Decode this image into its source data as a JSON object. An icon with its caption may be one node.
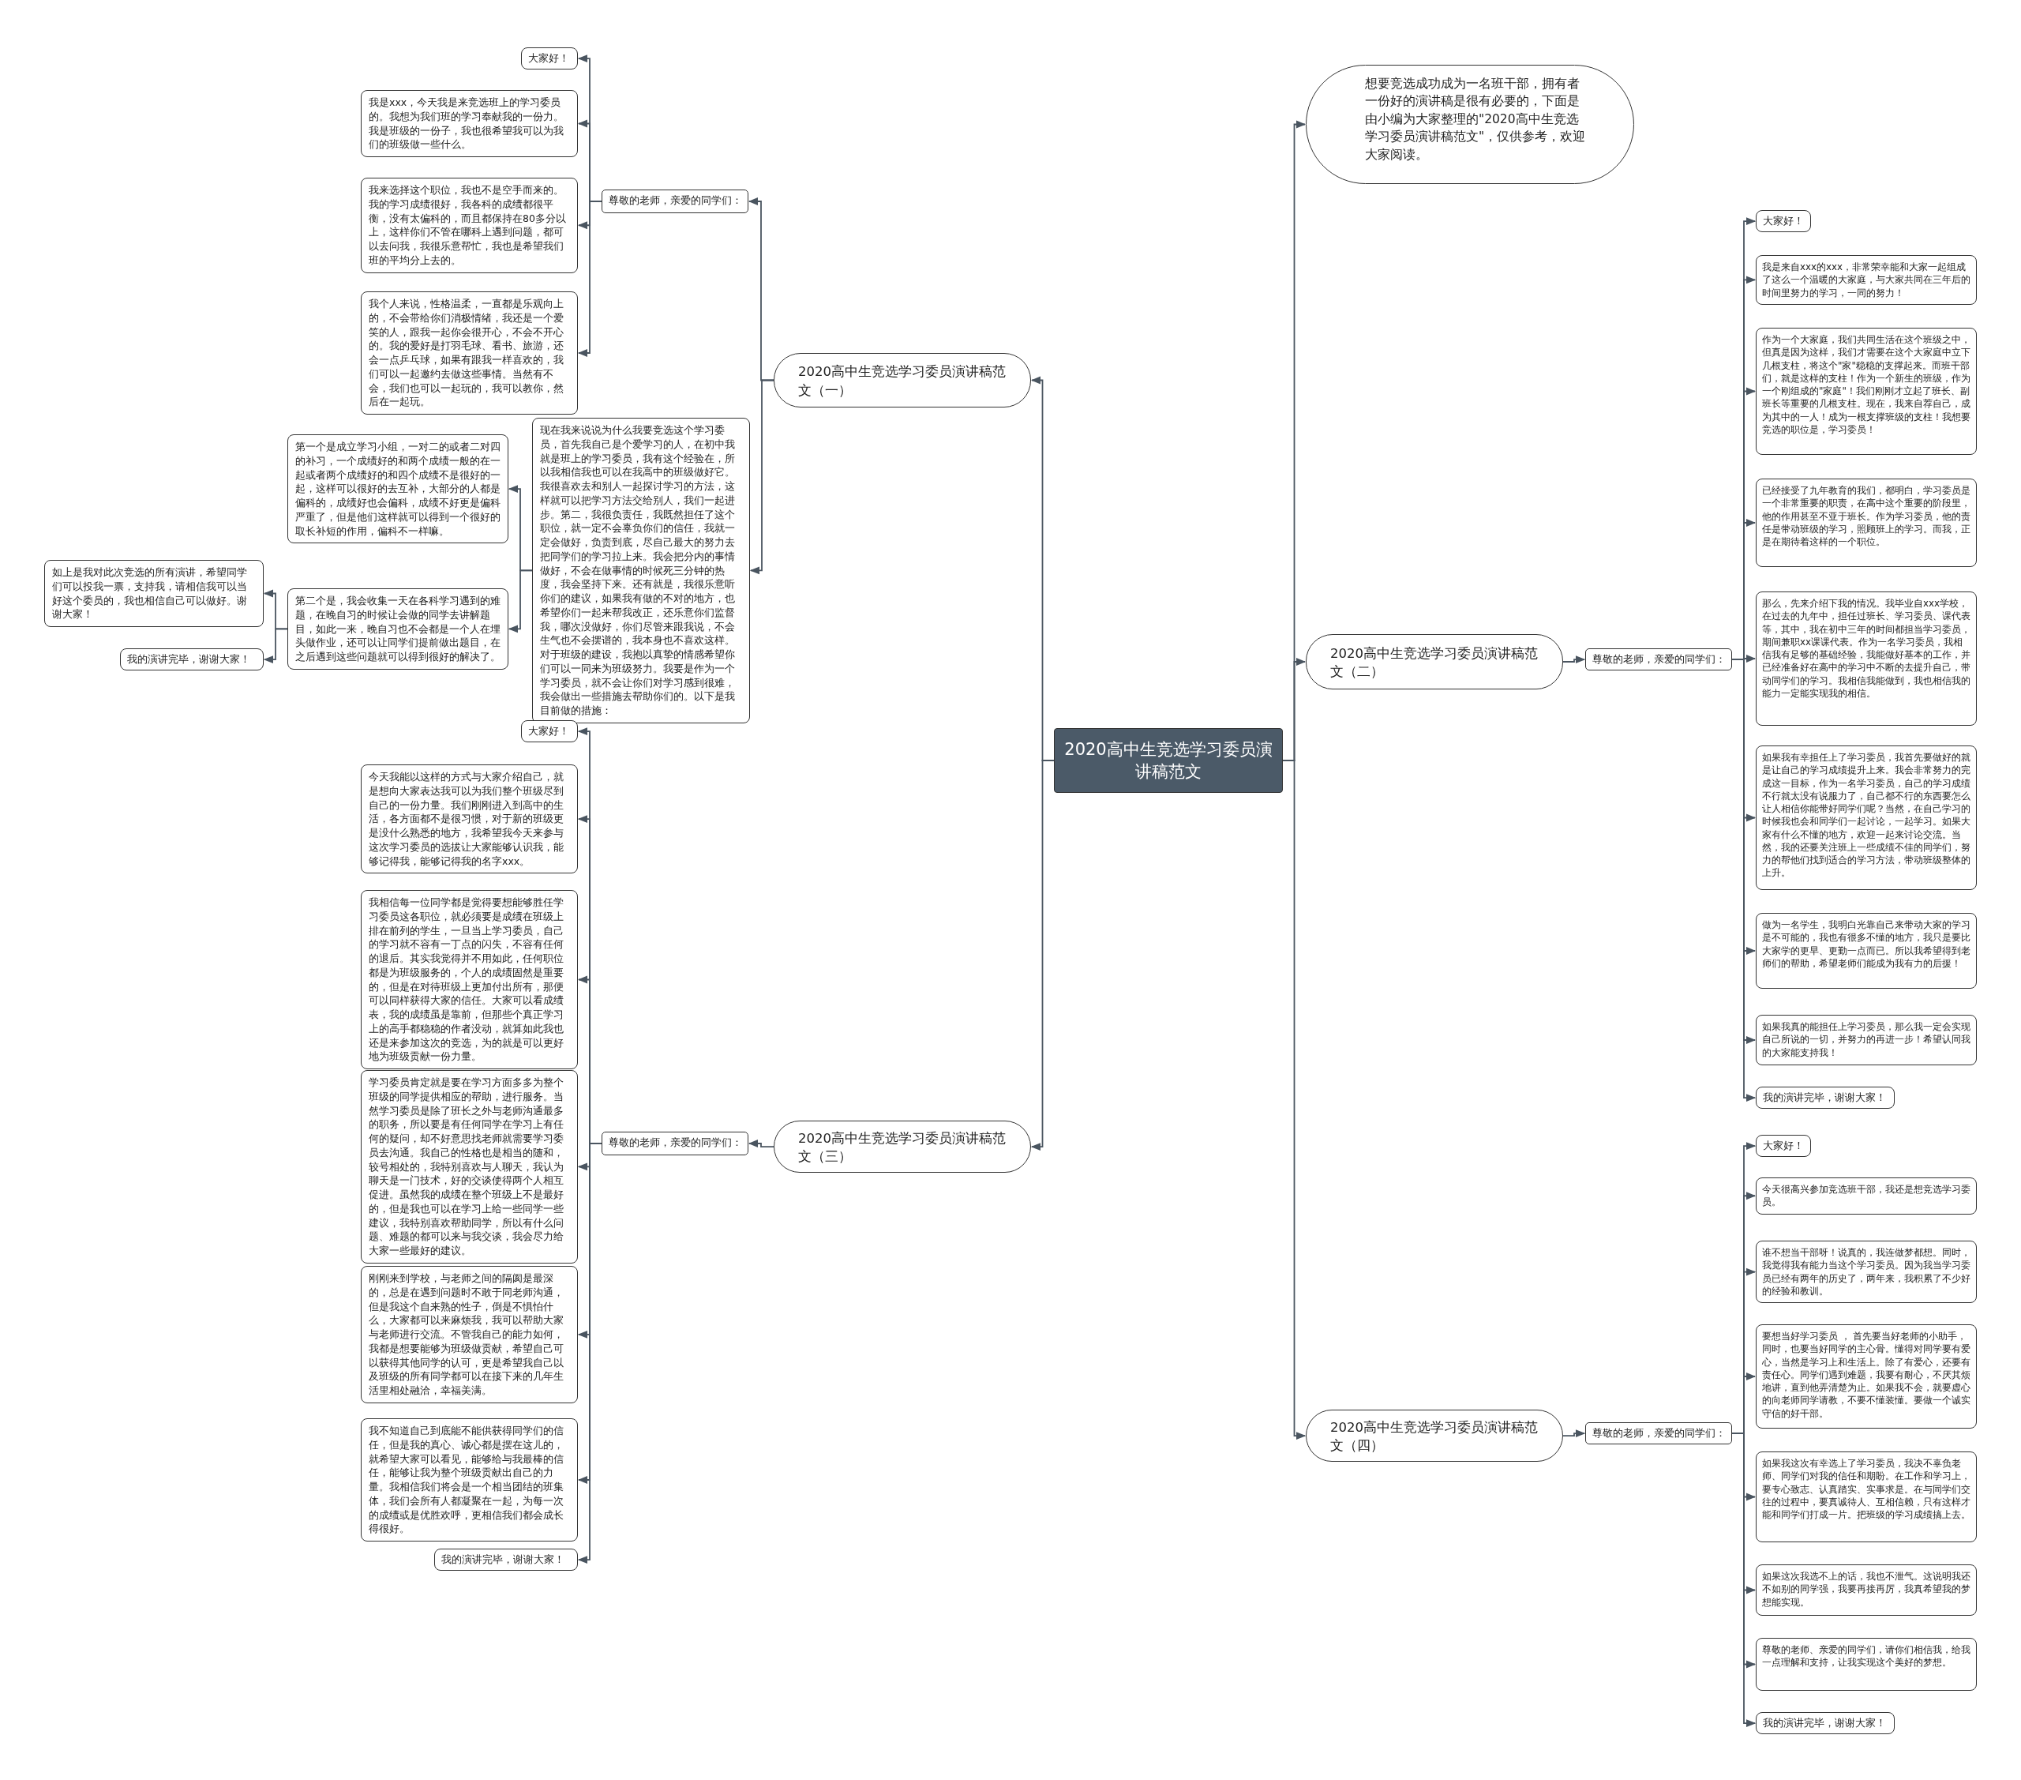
{
  "diagram": {
    "nodes": [
      {
        "text": [
          "2020高中生竞选学习委员演讲稿范文"
        ]
      },
      {
        "text": [
          "2020高中生竞选学习委员演讲稿范文（一）"
        ]
      },
      {
        "text": [
          "尊敬的老师，亲爱的同学们："
        ]
      },
      {
        "text": [
          "大家好！"
        ]
      },
      {
        "text": [
          "我是xxx，今天我是来竞选班上的学习委员的。我想为我们班的学习奉献我的一份力。我是班级的一份子，我也很希望我可以为我们的班级做一些什么。"
        ]
      },
      {
        "text": [
          "我来选择这个职位，我也不是空手而来的。我的学习成绩很好，我各科的成绩都很平衡，没有太偏科的，而且都保持在80多分以上，这样你们不管在哪科上遇到问题，都可以去问我，我很乐意帮忙，我也是希望我们班的平均分上去的。"
        ]
      },
      {
        "text": [
          "我个人来说，性格温柔，一直都是乐观向上的，不会带给你们消极情绪，我还是一个爱笑的人，跟我一起你会很开心，不会不开心的。我的爱好是打羽毛球、看书、旅游，还会一点乒乓球，如果有跟我一样喜欢的，我们可以一起邀约去做这些事情。当然有不会，我们也可以一起玩的，我可以教你，然后在一起玩。"
        ]
      },
      {
        "text": [
          "现在我来说说为什么我要竞选这个学习委员，首先我自己是个爱学习的人，在初中我就是班上的学习委员，我有这个经验在，所以我相信我也可以在我高中的班级做好它。我很喜欢去和别人一起探讨学习的方法，这样就可以把学习方法交给别人，我们一起进步。第二，我很负责任，我既然担任了这个职位，就一定不会辜负你们的信任，我就一定会做好，负责到底，尽自己最大的努力去把同学们的学习拉上来。我会把分内的事情做好，不会在做事情的时候死三分钟的热度，我会坚持下来。还有就是，我很乐意听你们的建议，如果我有做的不对的地方，也希望你们一起来帮我改正，还乐意你们监督我，哪次没做好，你们尽管来跟我说，不会生气也不会摆谱的，我本身也不喜欢这样。对于班级的建设，我抱以真挚的情感希望你们可以一同来为班级努力。我要是作为一个学习委员，就不会让你们对学习感到很难，我会做出一些措施去帮助你们的。以下是我目前做的措施："
        ]
      },
      {
        "text": [
          "第一个是成立学习小组，一对二的或者二对四的补习，一个成绩好的和两个成绩一般的在一起或者两个成绩好的和四个成绩不是很好的一起，这样可以很好的去互补，大部分的人都是偏科的，成绩好也会偏科，成绩不好更是偏科严重了，但是他们这样就可以得到一个很好的取长补短的作用，偏科不一样嘛。"
        ]
      },
      {
        "text": [
          "第二个是，我会收集一天在各科学习遇到的难题，在晚自习的时候让会做的同学去讲解题目，如此一来，晚自习也不会都是一个人在埋头做作业，还可以让同学们提前做出题目，在之后遇到这些问题就可以得到很好的解决了。"
        ]
      },
      {
        "text": [
          "如上是我对此次竞选的所有演讲，希望同学们可以投我一票，支持我，请相信我可以当好这个委员的，我也相信自己可以做好。谢谢大家！"
        ]
      },
      {
        "text": [
          "我的演讲完毕，谢谢大家！"
        ]
      },
      {
        "text": [
          "2020高中生竞选学习委员演讲稿范文（三）"
        ]
      },
      {
        "text": [
          "尊敬的老师，亲爱的同学们："
        ]
      },
      {
        "text": [
          "大家好！"
        ]
      },
      {
        "text": [
          "今天我能以这样的方式与大家介绍自己，就是想向大家表达我可以为我们整个班级尽到自己的一份力量。我们刚刚进入到高中的生活，各方面都不是很习惯，对于新的班级更是没什么熟悉的地方，我希望我今天来参与这次学习委员的选拔让大家能够认识我，能够记得我，能够记得我的名字xxx。"
        ]
      },
      {
        "text": [
          "我相信每一位同学都是觉得要想能够胜任学习委员这各职位，就必须要是成绩在班级上排在前列的学生，一旦当上学习委员，自己的学习就不容有一丁点的闪失，不容有任何的退后。其实我觉得并不用如此，任何职位都是为班级服务的，个人的成绩固然是重要的，但是在对待班级上更加付出所有，那便可以同样获得大家的信任。大家可以看成绩表，我的成绩虽是靠前，但那些个真正学习上的高手都稳稳的作者没动，就算如此我也还是来参加这次的竞选，为的就是可以更好地为班级贡献一份力量。"
        ]
      },
      {
        "text": [
          "学习委员肯定就是要在学习方面多多为整个班级的同学提供相应的帮助，进行服务。当然学习委员是除了班长之外与老师沟通最多的职务，所以要是有任何同学在学习上有任何的疑问，却不好意思找老师就需要学习委员去沟通。我自己的性格也是相当的随和，较号相处的，我特别喜欢与人聊天，我认为聊天是一门技术，好的交谈使得两个人相互促进。虽然我的成绩在整个班级上不是最好的，但是我也可以在学习上给一些同学一些建议，我特别喜欢帮助同学，所以有什么问题、难题的都可以来与我交谈，我会尽力给大家一些最好的建议。"
        ]
      },
      {
        "text": [
          "刚刚来到学校，与老师之间的隔阂是最深的，总是在遇到问题时不敢于同老师沟通，但是我这个自来熟的性子，倒是不惧怕什么，大家都可以来麻烦我，我可以帮助大家与老师进行交流。不管我自己的能力如何，我都是想要能够为班级做贡献，希望自己可以获得其他同学的认可，更是希望我自己以及班级的所有同学都可以在接下来的几年生活里相处融洽，幸福美满。"
        ]
      },
      {
        "text": [
          "我不知道自己到底能不能供获得同学们的信任，但是我的真心、诚心都是摆在这儿的，就希望大家可以看见，能够给与我最棒的信任，能够让我为整个班级贡献出自己的力量。我相信我们将会是一个相当团结的班集体，我们会所有人都凝聚在一起，为每一次的成绩或是优胜欢呼，更相信我们都会成长得很好。"
        ]
      },
      {
        "text": [
          "我的演讲完毕，谢谢大家！"
        ]
      },
      {
        "text": [
          "想要竞选成功成为一名班干部，拥有者一份好的演讲稿是很有必要的，下面是由小编为大家整理的\"2020高中生竞选学习委员演讲稿范文\"，仅供参考，欢迎大家阅读。"
        ]
      },
      {
        "text": [
          "2020高中生竞选学习委员演讲稿范文（二）"
        ]
      },
      {
        "text": [
          "尊敬的老师，亲爱的同学们："
        ]
      },
      {
        "text": [
          "大家好！"
        ]
      },
      {
        "text": [
          "我是来自xxx的xxx，非常荣幸能和大家一起组成了这么一个温暖的大家庭，与大家共同在三年后的时间里努力的学习，一同的努力！"
        ]
      },
      {
        "text": [
          "作为一个大家庭，我们共同生活在这个班级之中，但真是因为这样，我们才需要在这个大家庭中立下几根支柱，将这个\"家\"稳稳的支撑起来。而班干部们，就是这样的支柱！作为一个新生的班级，作为一个刚组成的\"家庭\"！我们刚刚才立起了班长、副班长等重要的几根支柱。现在，我来自荐自己，成为其中的一人！成为一根支撑班级的支柱！我想要竞选的职位是，学习委员！"
        ]
      },
      {
        "text": [
          "已经接受了九年教育的我们，都明白，学习委员是一个非常重要的职责，在高中这个重要的阶段里，他的作用甚至不亚于班长。作为学习委员，他的责任是带动班级的学习，照顾班上的学习。而我，正是在期待着这样的一个职位。"
        ]
      },
      {
        "text": [
          "那么，先来介绍下我的情况。我毕业自xxx学校，在过去的九年中，担任过班长、学习委员、课代表等，其中，我在初中三年的时间都担当学习委员，期间兼职xx课课代表。作为一名学习委员，我相信我有足够的基础经验，我能做好基本的工作，并已经准备好在高中的学习中不断的去提升自己，带动同学们的学习。我相信我能做到，我也相信我的能力一定能实现我的相信。"
        ]
      },
      {
        "text": [
          "如果我有幸担任上了学习委员，我首先要做好的就是让自己的学习成绩提升上来。我会非常努力的完成这一目标，作为一名学习委员，自己的学习成绩不行就太没有说服力了，自己都不行的东西要怎么让人相信你能带好同学们呢？当然，在自己学习的时候我也会和同学们一起讨论，一起学习。如果大家有什么不懂的地方，欢迎一起来讨论交流。当然，我的还要关注班上一些成绩不佳的同学们，努力的帮他们找到适合的学习方法，带动班级整体的上升。"
        ]
      },
      {
        "text": [
          "做为一名学生，我明白光靠自己来带动大家的学习是不可能的，我也有很多不懂的地方，我只是要比大家学的更早、更勤一点而已。所以我希望得到老师们的帮助，希望老师们能成为我有力的后援！"
        ]
      },
      {
        "text": [
          "如果我真的能担任上学习委员，那么我一定会实现自己所说的一切，并努力的再进一步！希望认同我的大家能支持我！"
        ]
      },
      {
        "text": [
          "我的演讲完毕，谢谢大家！"
        ]
      },
      {
        "text": [
          "2020高中生竞选学习委员演讲稿范文（四）"
        ]
      },
      {
        "text": [
          "尊敬的老师，亲爱的同学们："
        ]
      },
      {
        "text": [
          "大家好！"
        ]
      },
      {
        "text": [
          "今天很高兴参加竞选班干部，我还是想竞选学习委员。"
        ]
      },
      {
        "text": [
          "谁不想当干部呀！说真的，我连做梦都想。同时，我觉得我有能力当这个学习委员。因为我当学习委员已经有两年的历史了，两年来，我积累了不少好的经验和教训。"
        ]
      },
      {
        "text": [
          "要想当好学习委员 ， 首先要当好老师的小助手，同时，也要当好同学的主心骨。懂得对同学要有爱心，当然是学习上和生活上。除了有爱心，还要有责任心。同学们遇到难题，我要有耐心，不厌其烦地讲，直到他弄清楚为止。如果我不会，就要虚心的向老师同学请教，不要不懂装懂。要做一个诚实守信的好干部。"
        ]
      },
      {
        "text": [
          "如果我这次有幸选上了学习委员，我决不辜负老师、同学们对我的信任和期盼。在工作和学习上，要专心致志、认真踏实、实事求是。在与同学们交往的过程中，要真诚待人、互相信赖，只有这样才能和同学们打成一片。把班级的学习成绩搞上去。"
        ]
      },
      {
        "text": [
          "如果这次我选不上的话，我也不泄气。这说明我还不如别的同学强，我要再接再厉，我真希望我的梦想能实现。"
        ]
      },
      {
        "text": [
          "尊敬的老师、亲爱的同学们，请你们相信我，给我一点理解和支持，让我实现这个美好的梦想。"
        ]
      },
      {
        "text": [
          "我的演讲完毕，谢谢大家！"
        ]
      }
    ],
    "edges": [
      {
        "from": 0,
        "to": 1,
        "arrow": "to"
      },
      {
        "from": 1,
        "to": 2,
        "arrow": "to"
      },
      {
        "from": 2,
        "to": 3,
        "arrow": "to"
      },
      {
        "from": 2,
        "to": 4,
        "arrow": "to"
      },
      {
        "from": 2,
        "to": 5,
        "arrow": "to"
      },
      {
        "from": 2,
        "to": 6,
        "arrow": "to"
      },
      {
        "from": 1,
        "to": 7,
        "arrow": "to"
      },
      {
        "from": 7,
        "to": 8,
        "arrow": "to"
      },
      {
        "from": 7,
        "to": 9,
        "arrow": "to"
      },
      {
        "from": 9,
        "to": 10,
        "arrow": "to"
      },
      {
        "from": 9,
        "to": 11,
        "arrow": "to"
      },
      {
        "from": 0,
        "to": 12,
        "arrow": "to"
      },
      {
        "from": 12,
        "to": 13,
        "arrow": "to"
      },
      {
        "from": 13,
        "to": 14,
        "arrow": "to"
      },
      {
        "from": 13,
        "to": 15,
        "arrow": "to"
      },
      {
        "from": 13,
        "to": 16,
        "arrow": "to"
      },
      {
        "from": 13,
        "to": 17,
        "arrow": "to"
      },
      {
        "from": 13,
        "to": 18,
        "arrow": "to"
      },
      {
        "from": 13,
        "to": 19,
        "arrow": "to"
      },
      {
        "from": 13,
        "to": 20,
        "arrow": "to"
      },
      {
        "from": 0,
        "to": 21,
        "arrow": "to"
      },
      {
        "from": 0,
        "to": 22,
        "arrow": "to"
      },
      {
        "from": 22,
        "to": 23,
        "arrow": "to"
      },
      {
        "from": 23,
        "to": 24,
        "arrow": "to"
      },
      {
        "from": 23,
        "to": 25,
        "arrow": "to"
      },
      {
        "from": 23,
        "to": 26,
        "arrow": "to"
      },
      {
        "from": 23,
        "to": 27,
        "arrow": "to"
      },
      {
        "from": 23,
        "to": 28,
        "arrow": "to"
      },
      {
        "from": 23,
        "to": 29,
        "arrow": "to"
      },
      {
        "from": 23,
        "to": 30,
        "arrow": "to"
      },
      {
        "from": 23,
        "to": 31,
        "arrow": "to"
      },
      {
        "from": 23,
        "to": 32,
        "arrow": "to"
      },
      {
        "from": 0,
        "to": 33,
        "arrow": "to"
      },
      {
        "from": 33,
        "to": 34,
        "arrow": "to"
      },
      {
        "from": 34,
        "to": 35,
        "arrow": "to"
      },
      {
        "from": 34,
        "to": 36,
        "arrow": "to"
      },
      {
        "from": 34,
        "to": 37,
        "arrow": "to"
      },
      {
        "from": 34,
        "to": 38,
        "arrow": "to"
      },
      {
        "from": 34,
        "to": 39,
        "arrow": "to"
      },
      {
        "from": 34,
        "to": 40,
        "arrow": "to"
      },
      {
        "from": 34,
        "to": 41,
        "arrow": "to"
      },
      {
        "from": 34,
        "to": 42,
        "arrow": "to"
      }
    ]
  }
}
